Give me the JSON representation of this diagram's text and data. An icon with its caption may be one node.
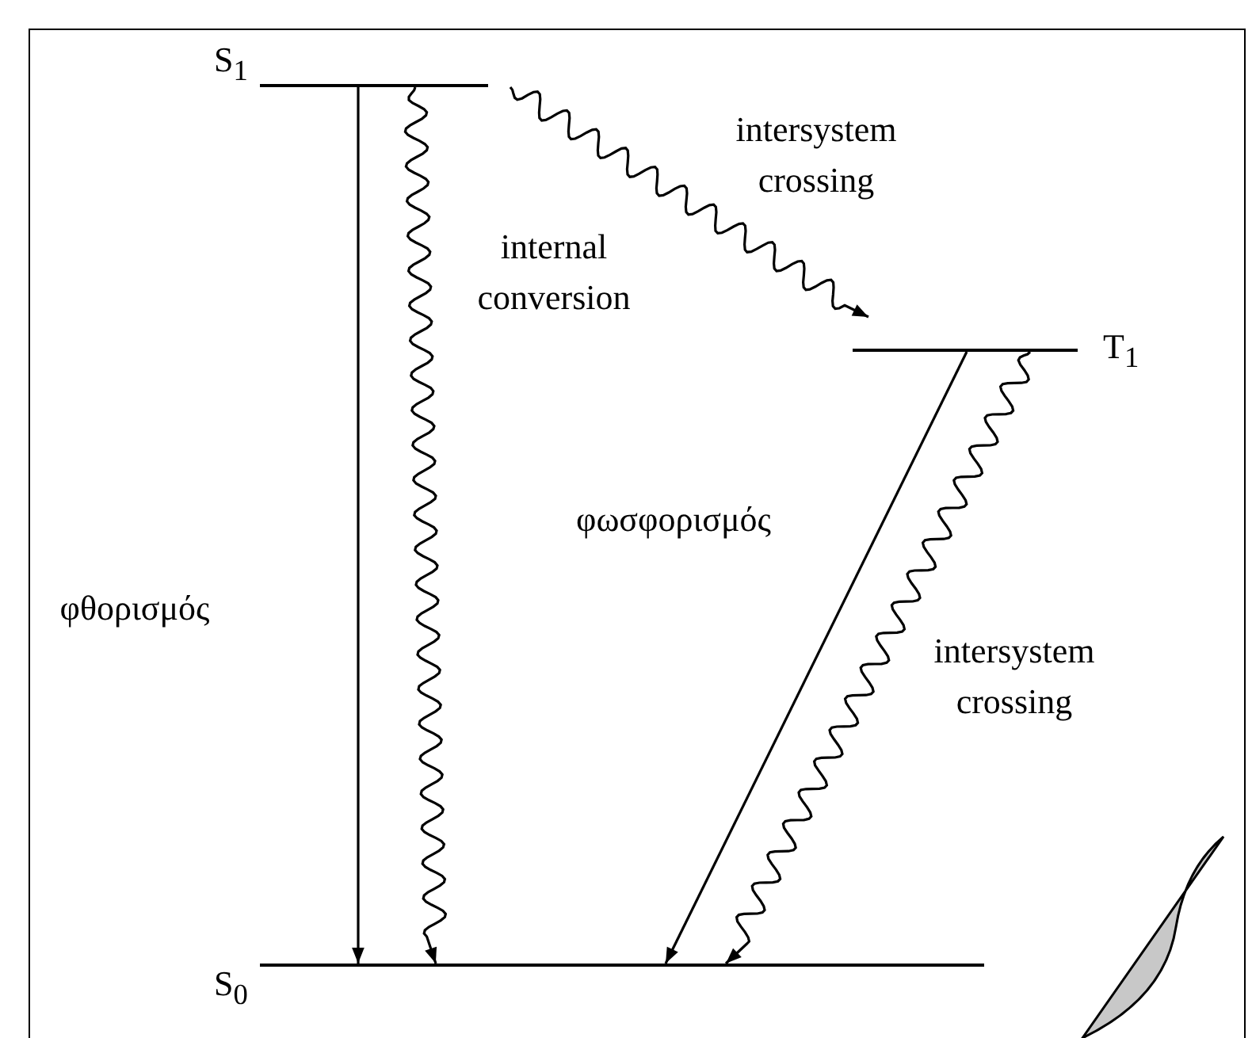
{
  "diagram": {
    "nodes": [
      {
        "text": [
          "S$_{1}$"
        ]
      },
      {
        "text": [
          "T$_{1}$"
        ]
      },
      {
        "text": [
          "S$_{0}$"
        ]
      }
    ],
    "edges": [
      {
        "from": 0,
        "to": 2,
        "arrow": "to",
        "label": "φθορισμός"
      },
      {
        "from": 0,
        "to": 2,
        "arrow": "to",
        "label": "internal conversion"
      },
      {
        "from": 0,
        "to": 1,
        "arrow": "to",
        "label": "intersystem crossing"
      },
      {
        "from": 1,
        "to": 2,
        "arrow": "to",
        "label": "φωσφορισμός"
      },
      {
        "from": 1,
        "to": 2,
        "arrow": "to",
        "label": "intersystem crossing"
      }
    ]
  }
}
